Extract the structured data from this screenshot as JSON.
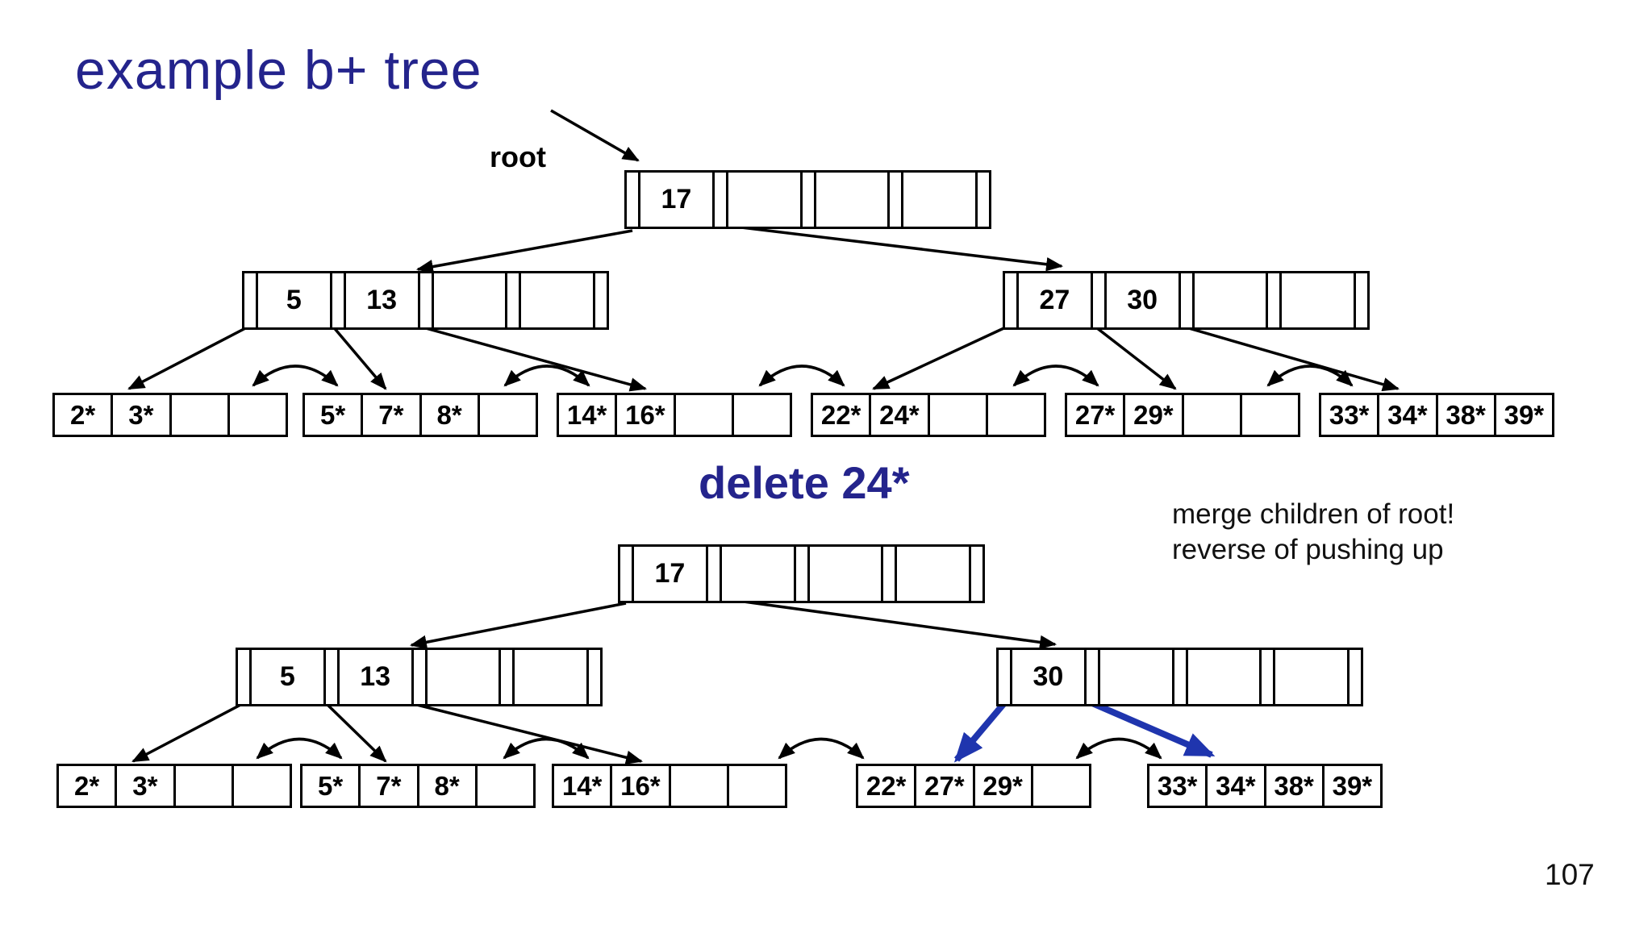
{
  "slide": {
    "title": "example b+ tree",
    "subtitle": "delete 24*",
    "root_label": "root",
    "annotation_line1": "merge children of root!",
    "annotation_line2": "reverse of pushing up",
    "page_number": "107",
    "colors": {
      "title": "#24248C",
      "blue_arrow": "#1F35AE",
      "line": "#000000"
    }
  },
  "tree_before": {
    "root": {
      "keys": [
        "17",
        "",
        "",
        ""
      ]
    },
    "internal": [
      {
        "keys": [
          "5",
          "13",
          "",
          ""
        ]
      },
      {
        "keys": [
          "27",
          "30",
          "",
          ""
        ]
      }
    ],
    "leaves": [
      [
        "2*",
        "3*",
        "",
        ""
      ],
      [
        "5*",
        "7*",
        "8*",
        ""
      ],
      [
        "14*",
        "16*",
        "",
        ""
      ],
      [
        "22*",
        "24*",
        "",
        ""
      ],
      [
        "27*",
        "29*",
        "",
        ""
      ],
      [
        "33*",
        "34*",
        "38*",
        "39*"
      ]
    ]
  },
  "tree_after": {
    "root": {
      "keys": [
        "17",
        "",
        "",
        ""
      ]
    },
    "internal": [
      {
        "keys": [
          "5",
          "13",
          "",
          ""
        ]
      },
      {
        "keys": [
          "30",
          "",
          "",
          ""
        ]
      }
    ],
    "leaves": [
      [
        "2*",
        "3*",
        "",
        ""
      ],
      [
        "5*",
        "7*",
        "8*",
        ""
      ],
      [
        "14*",
        "16*",
        "",
        ""
      ],
      [
        "22*",
        "27*",
        "29*",
        ""
      ],
      [
        "33*",
        "34*",
        "38*",
        "39*"
      ]
    ]
  }
}
